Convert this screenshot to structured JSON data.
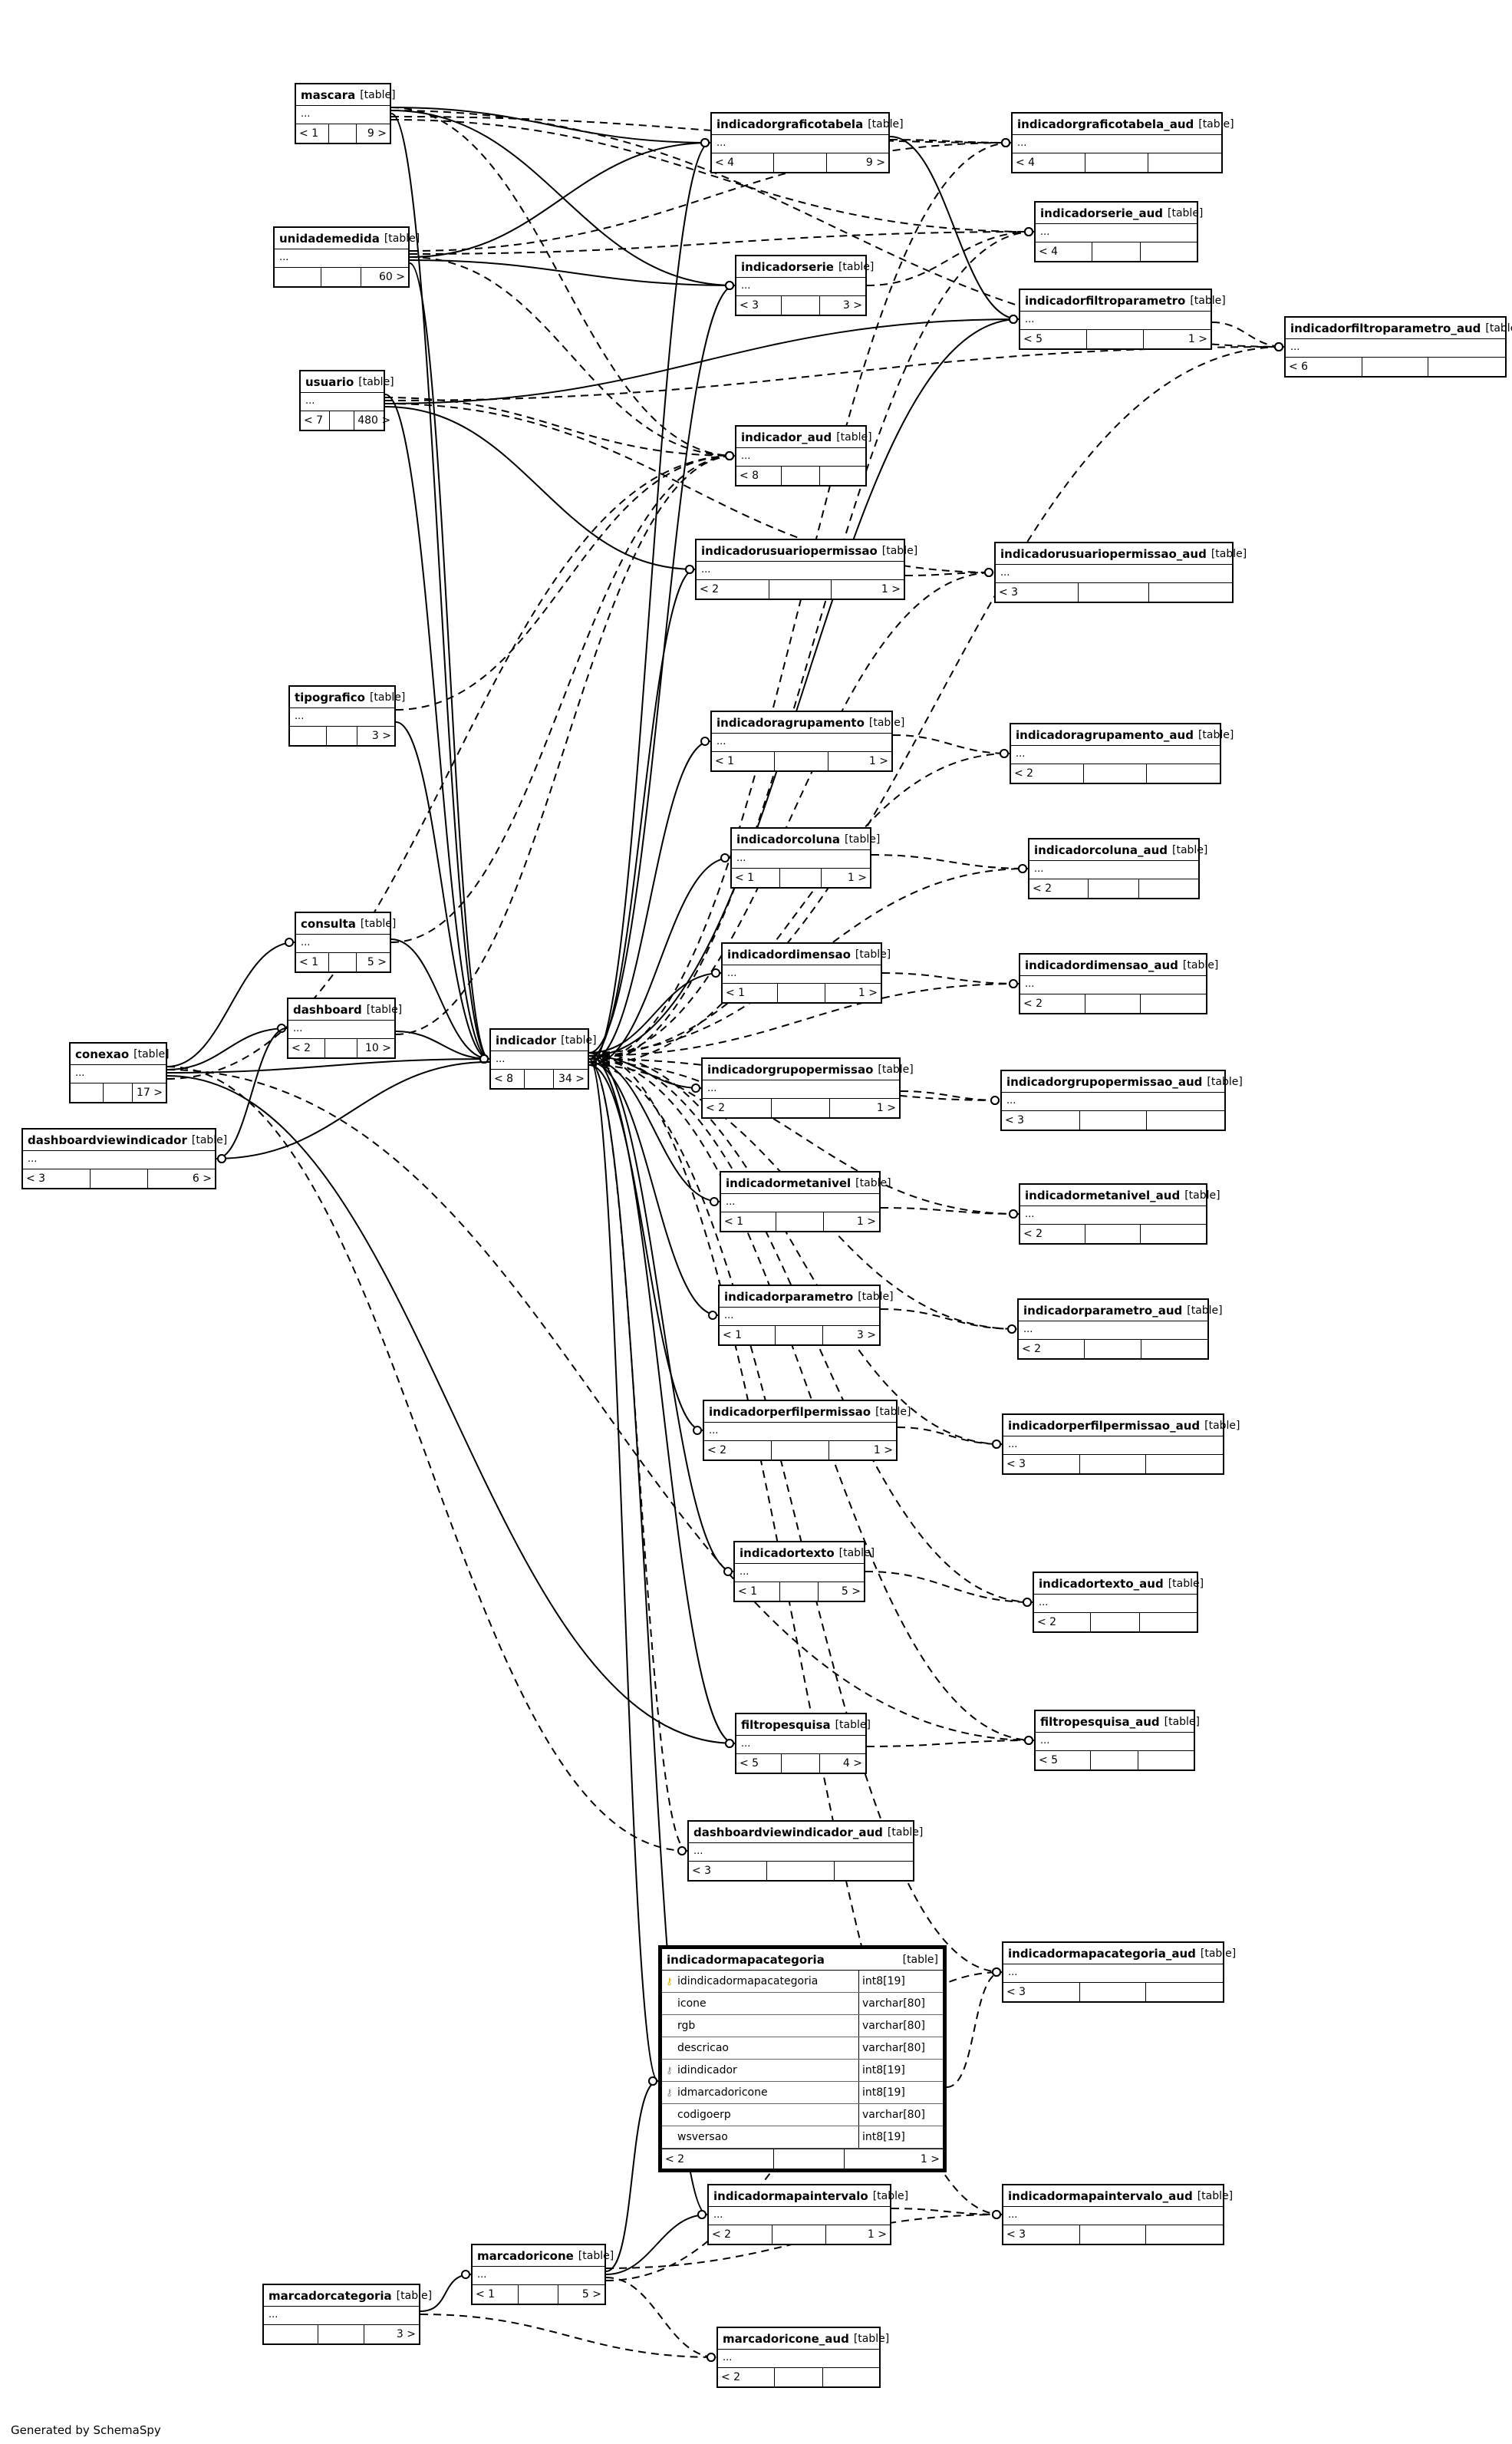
{
  "diagram": {
    "credit": "Generated by SchemaSpy",
    "kind_label": "[table]",
    "tables": [
      {
        "id": "mascara",
        "name": "mascara",
        "left": "< 1",
        "right": "9 >"
      },
      {
        "id": "unidademedida",
        "name": "unidademedida",
        "left": "",
        "right": "60 >"
      },
      {
        "id": "usuario",
        "name": "usuario",
        "left": "< 7",
        "right": "480 >"
      },
      {
        "id": "tipografico",
        "name": "tipografico",
        "left": "",
        "right": "3 >"
      },
      {
        "id": "consulta",
        "name": "consulta",
        "left": "< 1",
        "right": "5 >"
      },
      {
        "id": "dashboard",
        "name": "dashboard",
        "left": "< 2",
        "right": "10 >"
      },
      {
        "id": "conexao",
        "name": "conexao",
        "left": "",
        "right": "17 >"
      },
      {
        "id": "dashboardviewindicador",
        "name": "dashboardviewindicador",
        "left": "< 3",
        "right": "6 >"
      },
      {
        "id": "indicador",
        "name": "indicador",
        "left": "< 8",
        "right": "34 >"
      },
      {
        "id": "indicadorgraficotabela",
        "name": "indicadorgraficotabela",
        "left": "< 4",
        "right": "9 >"
      },
      {
        "id": "indicadorgraficotabela_aud",
        "name": "indicadorgraficotabela_aud",
        "left": "< 4",
        "right": ""
      },
      {
        "id": "indicadorserie_aud",
        "name": "indicadorserie_aud",
        "left": "< 4",
        "right": ""
      },
      {
        "id": "indicadorserie",
        "name": "indicadorserie",
        "left": "< 3",
        "right": "3 >"
      },
      {
        "id": "indicadorfiltroparametro",
        "name": "indicadorfiltroparametro",
        "left": "< 5",
        "right": "1 >"
      },
      {
        "id": "indicadorfiltroparametro_aud",
        "name": "indicadorfiltroparametro_aud",
        "left": "< 6",
        "right": ""
      },
      {
        "id": "indicador_aud",
        "name": "indicador_aud",
        "left": "< 8",
        "right": ""
      },
      {
        "id": "indicadorusuariopermissao",
        "name": "indicadorusuariopermissao",
        "left": "< 2",
        "right": "1 >"
      },
      {
        "id": "indicadorusuariopermissao_aud",
        "name": "indicadorusuariopermissao_aud",
        "left": "< 3",
        "right": ""
      },
      {
        "id": "indicadoragrupamento",
        "name": "indicadoragrupamento",
        "left": "< 1",
        "right": "1 >"
      },
      {
        "id": "indicadoragrupamento_aud",
        "name": "indicadoragrupamento_aud",
        "left": "< 2",
        "right": ""
      },
      {
        "id": "indicadorcoluna",
        "name": "indicadorcoluna",
        "left": "< 1",
        "right": "1 >"
      },
      {
        "id": "indicadorcoluna_aud",
        "name": "indicadorcoluna_aud",
        "left": "< 2",
        "right": ""
      },
      {
        "id": "indicadordimensao",
        "name": "indicadordimensao",
        "left": "< 1",
        "right": "1 >"
      },
      {
        "id": "indicadordimensao_aud",
        "name": "indicadordimensao_aud",
        "left": "< 2",
        "right": ""
      },
      {
        "id": "indicadorgrupopermissao",
        "name": "indicadorgrupopermissao",
        "left": "< 2",
        "right": "1 >"
      },
      {
        "id": "indicadorgrupopermissao_aud",
        "name": "indicadorgrupopermissao_aud",
        "left": "< 3",
        "right": ""
      },
      {
        "id": "indicadormetanivel",
        "name": "indicadormetanivel",
        "left": "< 1",
        "right": "1 >"
      },
      {
        "id": "indicadormetanivel_aud",
        "name": "indicadormetanivel_aud",
        "left": "< 2",
        "right": ""
      },
      {
        "id": "indicadorparametro",
        "name": "indicadorparametro",
        "left": "< 1",
        "right": "3 >"
      },
      {
        "id": "indicadorparametro_aud",
        "name": "indicadorparametro_aud",
        "left": "< 2",
        "right": ""
      },
      {
        "id": "indicadorperfilpermissao",
        "name": "indicadorperfilpermissao",
        "left": "< 2",
        "right": "1 >"
      },
      {
        "id": "indicadorperfilpermissao_aud",
        "name": "indicadorperfilpermissao_aud",
        "left": "< 3",
        "right": ""
      },
      {
        "id": "indicadortexto",
        "name": "indicadortexto",
        "left": "< 1",
        "right": "5 >"
      },
      {
        "id": "indicadortexto_aud",
        "name": "indicadortexto_aud",
        "left": "< 2",
        "right": ""
      },
      {
        "id": "filtropesquisa",
        "name": "filtropesquisa",
        "left": "< 5",
        "right": "4 >"
      },
      {
        "id": "filtropesquisa_aud",
        "name": "filtropesquisa_aud",
        "left": "< 5",
        "right": ""
      },
      {
        "id": "dashboardviewindicador_aud",
        "name": "dashboardviewindicador_aud",
        "left": "< 3",
        "right": ""
      },
      {
        "id": "indicadormapacategoria_aud",
        "name": "indicadormapacategoria_aud",
        "left": "< 3",
        "right": ""
      },
      {
        "id": "indicadormapaintervalo",
        "name": "indicadormapaintervalo",
        "left": "< 2",
        "right": "1 >"
      },
      {
        "id": "indicadormapaintervalo_aud",
        "name": "indicadormapaintervalo_aud",
        "left": "< 3",
        "right": ""
      },
      {
        "id": "marcadoricone",
        "name": "marcadoricone",
        "left": "< 1",
        "right": "5 >"
      },
      {
        "id": "marcadorcategoria",
        "name": "marcadorcategoria",
        "left": "",
        "right": "3 >"
      },
      {
        "id": "marcadoricone_aud",
        "name": "marcadoricone_aud",
        "left": "< 2",
        "right": ""
      }
    ],
    "focus": {
      "id": "indicadormapacategoria",
      "name": "indicadormapacategoria",
      "left": "< 2",
      "right": "1 >",
      "columns": [
        {
          "name": "idindicadormapacategoria",
          "type": "int8[19]",
          "key": "pk-icon"
        },
        {
          "name": "icone",
          "type": "varchar[80]",
          "key": ""
        },
        {
          "name": "rgb",
          "type": "varchar[80]",
          "key": ""
        },
        {
          "name": "descricao",
          "type": "varchar[80]",
          "key": ""
        },
        {
          "name": "idindicador",
          "type": "int8[19]",
          "key": "fk-icon"
        },
        {
          "name": "idmarcadoricone",
          "type": "int8[19]",
          "key": "fk-icon"
        },
        {
          "name": "codigoerp",
          "type": "varchar[80]",
          "key": ""
        },
        {
          "name": "wsversao",
          "type": "int8[19]",
          "key": ""
        }
      ]
    },
    "relations": [
      {
        "from": "mascara",
        "to": "indicadorgraficotabela",
        "style": "solid"
      },
      {
        "from": "mascara",
        "to": "indicadorserie",
        "style": "solid"
      },
      {
        "from": "mascara",
        "to": "indicador",
        "style": "solid"
      },
      {
        "from": "mascara",
        "to": "indicadorgraficotabela_aud",
        "style": "dashed"
      },
      {
        "from": "mascara",
        "to": "indicadorserie_aud",
        "style": "dashed"
      },
      {
        "from": "mascara",
        "to": "indicador_aud",
        "style": "dashed"
      },
      {
        "from": "mascara",
        "to": "indicadorfiltroparametro_aud",
        "style": "dashed"
      },
      {
        "from": "unidademedida",
        "to": "indicadorgraficotabela",
        "style": "solid"
      },
      {
        "from": "unidademedida",
        "to": "indicadorserie",
        "style": "solid"
      },
      {
        "from": "unidademedida",
        "to": "indicador",
        "style": "solid"
      },
      {
        "from": "unidademedida",
        "to": "indicadorgraficotabela_aud",
        "style": "dashed"
      },
      {
        "from": "unidademedida",
        "to": "indicadorserie_aud",
        "style": "dashed"
      },
      {
        "from": "unidademedida",
        "to": "indicador_aud",
        "style": "dashed"
      },
      {
        "from": "usuario",
        "to": "indicadorfiltroparametro",
        "style": "solid"
      },
      {
        "from": "usuario",
        "to": "indicadorusuariopermissao",
        "style": "solid"
      },
      {
        "from": "usuario",
        "to": "indicador",
        "style": "solid"
      },
      {
        "from": "usuario",
        "to": "indicador_aud",
        "style": "dashed"
      },
      {
        "from": "usuario",
        "to": "indicadorfiltroparametro_aud",
        "style": "dashed"
      },
      {
        "from": "usuario",
        "to": "indicadorusuariopermissao_aud",
        "style": "dashed"
      },
      {
        "from": "tipografico",
        "to": "indicador",
        "style": "solid"
      },
      {
        "from": "tipografico",
        "to": "indicador_aud",
        "style": "dashed"
      },
      {
        "from": "consulta",
        "to": "indicador",
        "style": "solid"
      },
      {
        "from": "consulta",
        "to": "indicador_aud",
        "style": "dashed"
      },
      {
        "from": "dashboard",
        "to": "indicador",
        "style": "solid"
      },
      {
        "from": "dashboard",
        "to": "indicador_aud",
        "style": "dashed"
      },
      {
        "from": "conexao",
        "to": "consulta",
        "style": "solid"
      },
      {
        "from": "conexao",
        "to": "dashboard",
        "style": "solid"
      },
      {
        "from": "conexao",
        "to": "indicador",
        "style": "solid"
      },
      {
        "from": "conexao",
        "to": "filtropesquisa",
        "style": "solid"
      },
      {
        "from": "conexao",
        "to": "indicador_aud",
        "style": "dashed"
      },
      {
        "from": "conexao",
        "to": "dashboardviewindicador_aud",
        "style": "dashed"
      },
      {
        "from": "conexao",
        "to": "filtropesquisa_aud",
        "style": "dashed"
      },
      {
        "from": "dashboard",
        "to": "dashboardviewindicador",
        "style": "solid"
      },
      {
        "from": "indicador",
        "to": "dashboardviewindicador",
        "style": "solid"
      },
      {
        "from": "indicador",
        "to": "indicadorgraficotabela",
        "style": "solid"
      },
      {
        "from": "indicador",
        "to": "indicadorserie",
        "style": "solid"
      },
      {
        "from": "indicador",
        "to": "indicadorfiltroparametro",
        "style": "solid"
      },
      {
        "from": "indicador",
        "to": "indicadorusuariopermissao",
        "style": "solid"
      },
      {
        "from": "indicador",
        "to": "indicadoragrupamento",
        "style": "solid"
      },
      {
        "from": "indicador",
        "to": "indicadorcoluna",
        "style": "solid"
      },
      {
        "from": "indicador",
        "to": "indicadordimensao",
        "style": "solid"
      },
      {
        "from": "indicador",
        "to": "indicadorgrupopermissao",
        "style": "solid"
      },
      {
        "from": "indicador",
        "to": "indicadormetanivel",
        "style": "solid"
      },
      {
        "from": "indicador",
        "to": "indicadorparametro",
        "style": "solid"
      },
      {
        "from": "indicador",
        "to": "indicadorperfilpermissao",
        "style": "solid"
      },
      {
        "from": "indicador",
        "to": "indicadortexto",
        "style": "solid"
      },
      {
        "from": "indicador",
        "to": "filtropesquisa",
        "style": "solid"
      },
      {
        "from": "indicador",
        "to": "indicadormapacategoria",
        "style": "solid"
      },
      {
        "from": "indicador",
        "to": "indicadormapaintervalo",
        "style": "solid"
      },
      {
        "from": "indicador",
        "to": "indicadoragrupamento_aud",
        "style": "dashed"
      },
      {
        "from": "indicador",
        "to": "indicadorcoluna_aud",
        "style": "dashed"
      },
      {
        "from": "indicador",
        "to": "indicadordimensao_aud",
        "style": "dashed"
      },
      {
        "from": "indicador",
        "to": "indicadorgrupopermissao_aud",
        "style": "dashed"
      },
      {
        "from": "indicador",
        "to": "indicadormetanivel_aud",
        "style": "dashed"
      },
      {
        "from": "indicador",
        "to": "indicadorparametro_aud",
        "style": "dashed"
      },
      {
        "from": "indicador",
        "to": "indicadorperfilpermissao_aud",
        "style": "dashed"
      },
      {
        "from": "indicador",
        "to": "indicadortexto_aud",
        "style": "dashed"
      },
      {
        "from": "indicador",
        "to": "filtropesquisa_aud",
        "style": "dashed"
      },
      {
        "from": "indicador",
        "to": "dashboardviewindicador_aud",
        "style": "dashed"
      },
      {
        "from": "indicador",
        "to": "indicadormapacategoria_aud",
        "style": "dashed"
      },
      {
        "from": "indicador",
        "to": "indicadormapaintervalo_aud",
        "style": "dashed"
      },
      {
        "from": "indicador",
        "to": "indicadorfiltroparametro_aud",
        "style": "dashed"
      },
      {
        "from": "indicador",
        "to": "indicadorusuariopermissao_aud",
        "style": "dashed"
      },
      {
        "from": "indicador",
        "to": "indicadorgraficotabela_aud",
        "style": "dashed"
      },
      {
        "from": "indicador",
        "to": "indicadorserie_aud",
        "style": "dashed"
      },
      {
        "from": "indicadorgraficotabela",
        "to": "indicadorfiltroparametro",
        "style": "solid"
      },
      {
        "from": "indicadorgraficotabela",
        "to": "indicadorgraficotabela_aud",
        "style": "dashed"
      },
      {
        "from": "indicadorserie",
        "to": "indicadorserie_aud",
        "style": "dashed"
      },
      {
        "from": "indicadorfiltroparametro",
        "to": "indicadorfiltroparametro_aud",
        "style": "dashed"
      },
      {
        "from": "indicadorusuariopermissao",
        "to": "indicadorusuariopermissao_aud",
        "style": "dashed"
      },
      {
        "from": "indicadoragrupamento",
        "to": "indicadoragrupamento_aud",
        "style": "dashed"
      },
      {
        "from": "indicadorcoluna",
        "to": "indicadorcoluna_aud",
        "style": "dashed"
      },
      {
        "from": "indicadordimensao",
        "to": "indicadordimensao_aud",
        "style": "dashed"
      },
      {
        "from": "indicadorgrupopermissao",
        "to": "indicadorgrupopermissao_aud",
        "style": "dashed"
      },
      {
        "from": "indicadormetanivel",
        "to": "indicadormetanivel_aud",
        "style": "dashed"
      },
      {
        "from": "indicadorparametro",
        "to": "indicadorparametro_aud",
        "style": "dashed"
      },
      {
        "from": "indicadorperfilpermissao",
        "to": "indicadorperfilpermissao_aud",
        "style": "dashed"
      },
      {
        "from": "indicadortexto",
        "to": "indicadortexto_aud",
        "style": "dashed"
      },
      {
        "from": "filtropesquisa",
        "to": "filtropesquisa_aud",
        "style": "dashed"
      },
      {
        "from": "indicadormapacategoria",
        "to": "indicadormapacategoria_aud",
        "style": "dashed"
      },
      {
        "from": "indicadormapaintervalo",
        "to": "indicadormapaintervalo_aud",
        "style": "dashed"
      },
      {
        "from": "marcadoricone",
        "to": "indicadormapacategoria",
        "style": "solid"
      },
      {
        "from": "marcadoricone",
        "to": "indicadormapaintervalo",
        "style": "solid"
      },
      {
        "from": "marcadoricone",
        "to": "marcadoricone_aud",
        "style": "dashed"
      },
      {
        "from": "marcadoricone",
        "to": "indicadormapacategoria_aud",
        "style": "dashed"
      },
      {
        "from": "marcadoricone",
        "to": "indicadormapaintervalo_aud",
        "style": "dashed"
      },
      {
        "from": "marcadorcategoria",
        "to": "marcadoricone",
        "style": "solid"
      },
      {
        "from": "marcadorcategoria",
        "to": "marcadoricone_aud",
        "style": "dashed"
      }
    ]
  }
}
